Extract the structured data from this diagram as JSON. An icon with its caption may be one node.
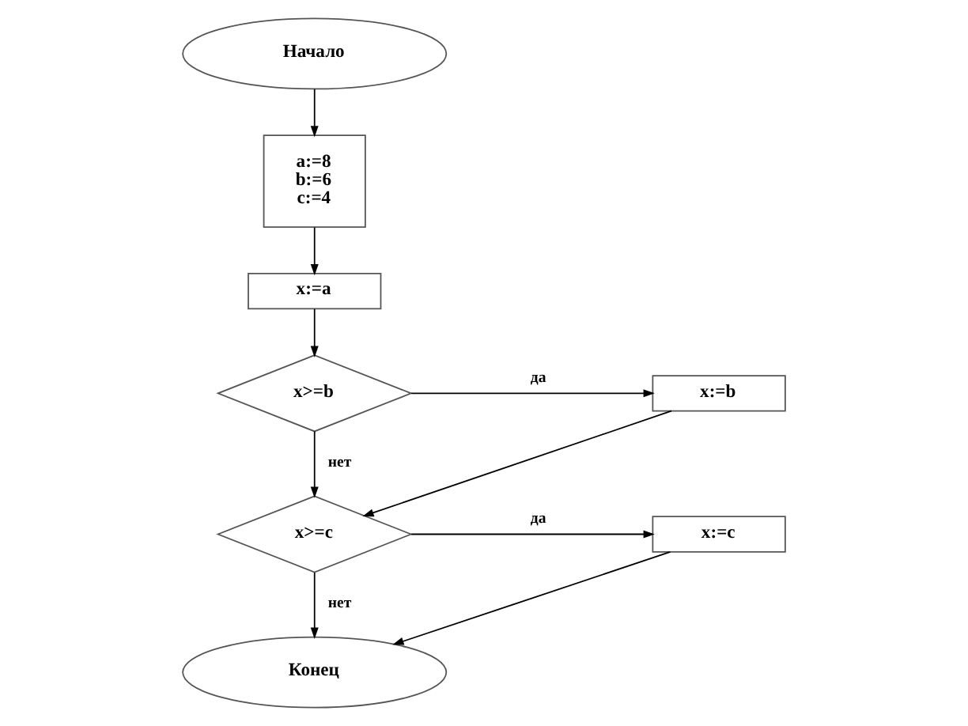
{
  "diagram": {
    "nodes": [
      {
        "text": [
          "Начало"
        ]
      },
      {
        "text": [
          "a:=8",
          "b:=6",
          "c:=4"
        ]
      },
      {
        "text": [
          "x:=a"
        ]
      },
      {
        "text": [
          "x>=b"
        ]
      },
      {
        "text": [
          "x:=b"
        ]
      },
      {
        "text": [
          "x>=c"
        ]
      },
      {
        "text": [
          "x:=c"
        ]
      },
      {
        "text": [
          "Конец"
        ]
      }
    ],
    "edges": [
      {
        "from": 0,
        "to": 1,
        "arrow": "to"
      },
      {
        "from": 1,
        "to": 2,
        "arrow": "to"
      },
      {
        "from": 2,
        "to": 3,
        "arrow": "to"
      },
      {
        "from": 3,
        "to": 4,
        "arrow": "to",
        "label": "да"
      },
      {
        "from": 3,
        "to": 5,
        "arrow": "to",
        "label": "нет"
      },
      {
        "from": 4,
        "to": 5,
        "arrow": "to"
      },
      {
        "from": 5,
        "to": 6,
        "arrow": "to",
        "label": "да"
      },
      {
        "from": 5,
        "to": 7,
        "arrow": "to",
        "label": "нет"
      },
      {
        "from": 6,
        "to": 7,
        "arrow": "to"
      }
    ]
  }
}
